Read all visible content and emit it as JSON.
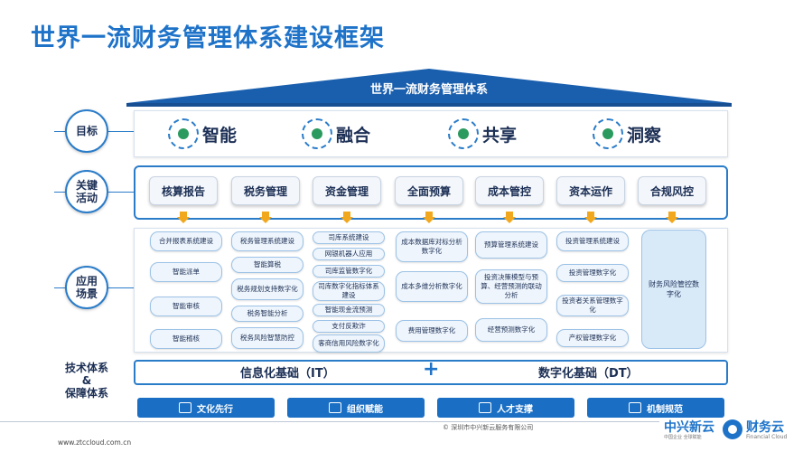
{
  "title": "世界一流财务管理体系建设框架",
  "roof_label": "世界一流财务管理体系",
  "row_labels": {
    "goals": [
      "目标"
    ],
    "activities": [
      "关键",
      "活动"
    ],
    "applications": [
      "应用",
      "场景"
    ],
    "tech": [
      "技术体系",
      "&",
      "保障体系"
    ]
  },
  "goals": [
    {
      "label": "智能",
      "icon": "brain-gear-icon"
    },
    {
      "label": "融合",
      "icon": "network-icon"
    },
    {
      "label": "共享",
      "icon": "share-arrows-icon"
    },
    {
      "label": "洞察",
      "icon": "people-group-icon"
    }
  ],
  "activities": [
    "核算报告",
    "税务管理",
    "资金管理",
    "全面预算",
    "成本管控",
    "资本运作",
    "合规风控"
  ],
  "applications": [
    [
      "合并报表系统建设",
      "智能派单",
      "智能审核",
      "智能稽核"
    ],
    [
      "税务管理系统建设",
      "智能算税",
      "税务规划支持数字化",
      "税务智能分析",
      "税务风险智慧防控"
    ],
    [
      "司库系统建设",
      "网银机器人应用",
      "司库监管数字化",
      "司库数字化指标体系建设",
      "智能现金流预测",
      "支付反欺诈",
      "客商信用风险数字化"
    ],
    [
      "成本数据库对标分析数字化",
      "成本多维分析数字化",
      "费用管理数字化"
    ],
    [
      "预算管理系统建设",
      "投资决策模型与预算、经营预测的联动分析",
      "经营预测数字化"
    ],
    [
      "投资管理系统建设",
      "投资管理数字化",
      "投资者关系管理数字化",
      "产权管理数字化"
    ],
    [
      "财务风险管控数字化"
    ]
  ],
  "tech": {
    "left": "信息化基础（IT）",
    "plus": "+",
    "right": "数字化基础（DT）"
  },
  "support": [
    {
      "label": "文化先行",
      "icon": "book-icon"
    },
    {
      "label": "组织赋能",
      "icon": "org-chart-icon"
    },
    {
      "label": "人才支撑",
      "icon": "people-icon"
    },
    {
      "label": "机制规范",
      "icon": "megaphone-icon"
    }
  ],
  "footer": {
    "copyright": "© 深圳市中兴新云服务有限公司",
    "url": "www.ztccloud.com.cn",
    "logo1": "中兴新云",
    "logo1_sub": "中国企业 全球赋能",
    "logo2": "财务云",
    "logo2_sub": "Financial Cloud"
  },
  "colors": {
    "primary": "#1e73c9",
    "accent": "#f2a81e",
    "dark_text": "#1c2f55"
  }
}
